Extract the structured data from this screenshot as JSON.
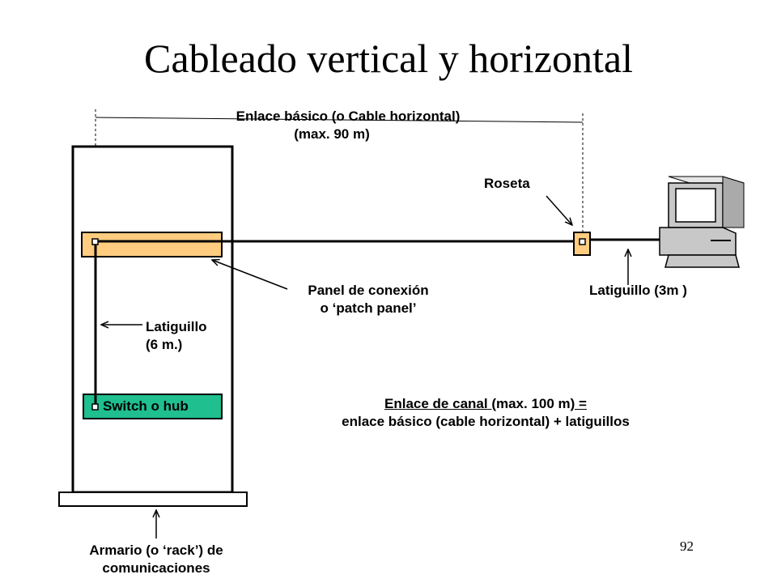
{
  "slide": {
    "title": "Cableado vertical y horizontal",
    "page_number": "92"
  },
  "labels": {
    "basic_link": "Enlace básico (o Cable horizontal)",
    "basic_link_max": "(max. 90 m)",
    "roseta": "Roseta",
    "patch_panel_line1": "Panel de conexión",
    "patch_panel_line2": "o ‘patch panel’",
    "patch_cord_3m": "Latiguillo (3m )",
    "patch_cord_6m_line1": "Latiguillo",
    "patch_cord_6m_line2": "(6 m.)",
    "switch": "Switch o hub",
    "channel_link_prefix": "Enlace de canal",
    "channel_link_mid": " (",
    "channel_link_max": "max. 100 m",
    "channel_link_suffix": ") =",
    "channel_link_line2": "enlace básico (cable horizontal) + latiguillos",
    "rack_line1": "Armario (o ‘rack’) de",
    "rack_line2": "comunicaciones"
  },
  "colors": {
    "patch_panel": "#FFCC80",
    "switch": "#1FBF8F",
    "line": "#000000",
    "computer": "#C8C8C8",
    "screen": "#FFFFFF"
  },
  "icons": {
    "computer": "desktop-computer-icon",
    "arrow": "arrow-icon"
  }
}
